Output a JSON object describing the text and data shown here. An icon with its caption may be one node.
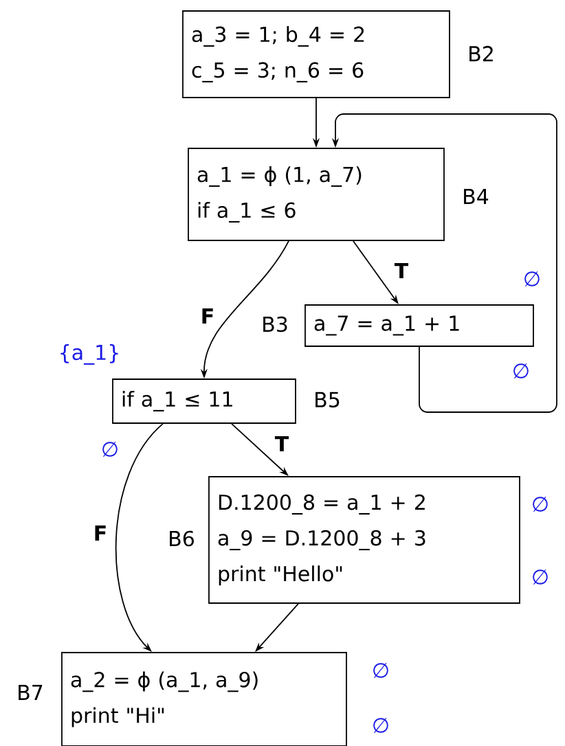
{
  "diagram": {
    "nodes": [
      {
        "text": [
          "a_3 = 1; b_4 = 2",
          "c_5 = 3; n_6 = 6"
        ],
        "beside": [
          "B2"
        ]
      },
      {
        "text": [
          "a_1 = ϕ (1, a_7)",
          "if a_1 ≤ 6"
        ],
        "beside": [
          "B4"
        ]
      },
      {
        "text": [
          "a_7 = a_1 + 1"
        ],
        "beside": [
          "B3",
          "∅",
          "∅"
        ]
      },
      {
        "text": [
          "if a_1 ≤ 11"
        ],
        "beside": [
          "B5",
          "{a_1}",
          "∅"
        ]
      },
      {
        "text": [
          "D.1200_8 = a_1 + 2",
          "a_9 = D.1200_8 + 3",
          "print \"Hello\""
        ],
        "beside": [
          "B6",
          "∅",
          "∅"
        ]
      },
      {
        "text": [
          "a_2 = ϕ (a_1, a_9)",
          "print \"Hi\""
        ],
        "beside": [
          "B7",
          "∅",
          "∅"
        ]
      }
    ],
    "edges": [
      {
        "from": 0,
        "to": 1,
        "arrow": "to"
      },
      {
        "from": 2,
        "to": 1,
        "arrow": "to"
      },
      {
        "from": 1,
        "to": 2,
        "arrow": "to",
        "label": "T"
      },
      {
        "from": 1,
        "to": 3,
        "arrow": "to",
        "label": "F"
      },
      {
        "from": 3,
        "to": 4,
        "arrow": "to",
        "label": "T"
      },
      {
        "from": 3,
        "to": 5,
        "arrow": "to",
        "label": "F"
      },
      {
        "from": 4,
        "to": 5,
        "arrow": "to"
      }
    ]
  }
}
